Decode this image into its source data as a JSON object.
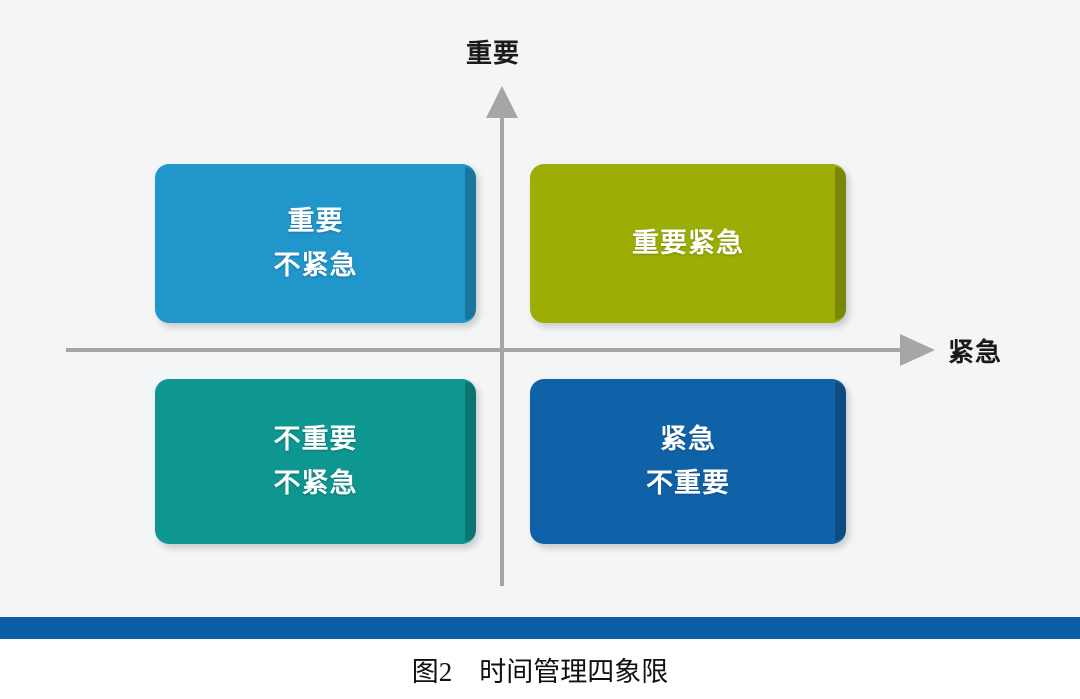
{
  "figure": {
    "caption": "图2　时间管理四象限",
    "background_color": "#f4f5f6",
    "page_color": "#ffffff",
    "rule_color": "#0c5fa5"
  },
  "axes": {
    "y_label": "重要",
    "x_label": "紧急",
    "line_color": "#a6a6a6",
    "arrow_up_icon": "arrow-up-icon",
    "arrow_right_icon": "arrow-right-icon"
  },
  "chart_data": {
    "type": "table",
    "title": "图2　时间管理四象限",
    "xlabel": "紧急",
    "ylabel": "重要",
    "grid": false,
    "legend": "none",
    "quadrants": [
      {
        "id": "important-not-urgent",
        "position": "top-left",
        "lines": [
          "重要",
          "不紧急"
        ],
        "color": "#2196ca",
        "urgent": false,
        "important": true
      },
      {
        "id": "important-urgent",
        "position": "top-right",
        "lines": [
          "重要紧急"
        ],
        "color": "#9cad05",
        "urgent": true,
        "important": true
      },
      {
        "id": "not-important-not-urgent",
        "position": "bottom-left",
        "lines": [
          "不重要",
          "不紧急"
        ],
        "color": "#0e9690",
        "urgent": false,
        "important": false
      },
      {
        "id": "urgent-not-important",
        "position": "bottom-right",
        "lines": [
          "紧急",
          "不重要"
        ],
        "color": "#1062a8",
        "urgent": true,
        "important": false
      }
    ]
  }
}
